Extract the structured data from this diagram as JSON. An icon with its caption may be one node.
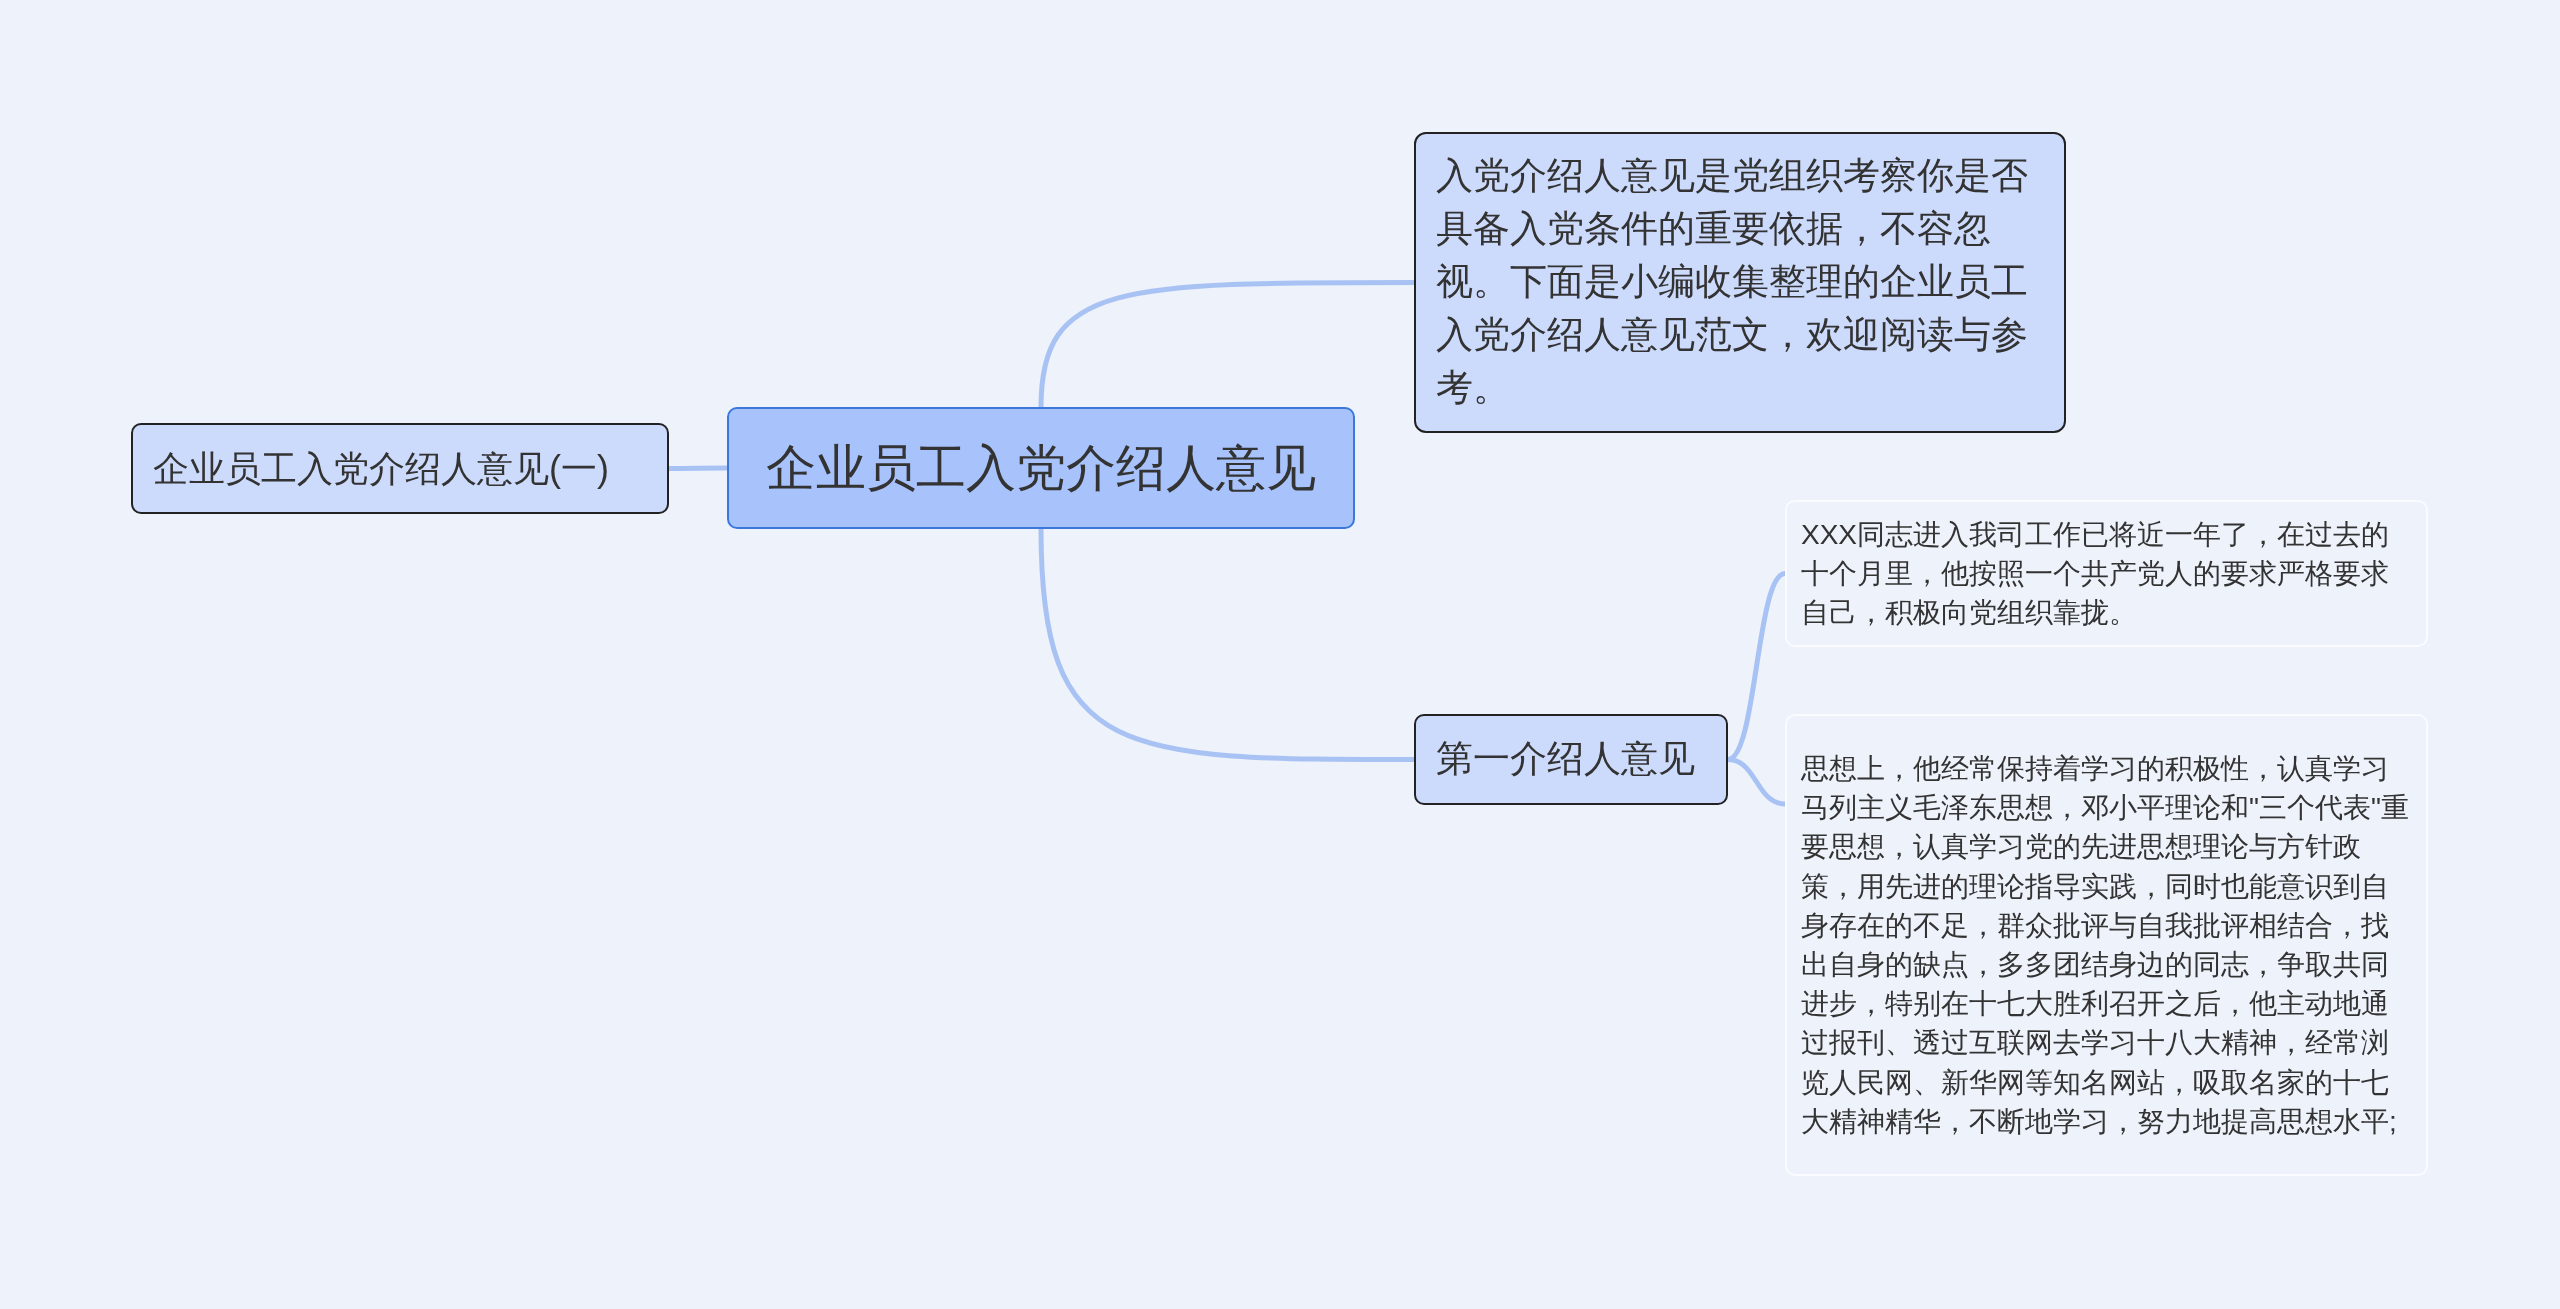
{
  "diagram": {
    "nodes": [
      {
        "text": [
          "企业员工入党介绍人意见"
        ]
      },
      {
        "text": [
          "企业员工入党介绍人意见(一)"
        ]
      },
      {
        "text": [
          "入党介绍人意见是党组织考察你是否具备入党条件的重要依据，不容忽视。下面是小编收集整理的企业员工入党介绍人意见范文，欢迎阅读与参考。"
        ]
      },
      {
        "text": [
          "第一介绍人意见"
        ]
      },
      {
        "text": [
          "XXX同志进入我司工作已将近一年了，在过去的十个月里，他按照一个共产党人的要求严格要求自己，积极向党组织靠拢。"
        ]
      },
      {
        "text": [
          "思想上，他经常保持着学习的积极性，认真学习马列主义毛泽东思想，邓小平理论和\"三个代表\"重要思想，认真学习党的先进思想理论与方针政策，用先进的理论指导实践，同时也能意识到自身存在的不足，群众批评与自我批评相结合，找出自身的缺点，多多团结身边的同志，争取共同进步，特别在十七大胜利召开之后，他主动地通过报刊、透过互联网去学习十八大精神，经常浏览人民网、新华网等知名网站，吸取名家的十七大精神精华，不断地学习，努力地提高思想水平;"
        ]
      }
    ],
    "edges": [
      {
        "from": 0,
        "to": 1,
        "arrow": "none"
      },
      {
        "from": 0,
        "to": 2,
        "arrow": "none"
      },
      {
        "from": 0,
        "to": 3,
        "arrow": "none"
      },
      {
        "from": 3,
        "to": 4,
        "arrow": "none"
      },
      {
        "from": 3,
        "to": 5,
        "arrow": "none"
      }
    ]
  }
}
